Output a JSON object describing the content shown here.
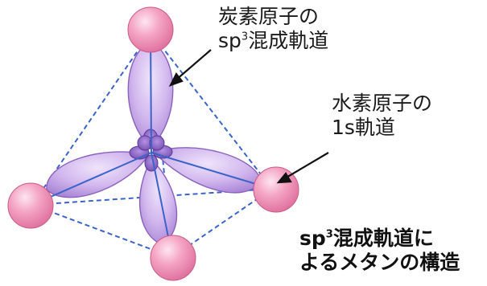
{
  "labels": {
    "carbon_sp3": {
      "line1": "炭素原子の",
      "line2_prefix": "sp",
      "line2_sup": "3",
      "line2_suffix": "混成軌道"
    },
    "hydrogen_1s": {
      "line1": "水素原子の",
      "line2": "1s軌道"
    },
    "caption": {
      "line1_prefix": "sp",
      "line1_sup": "3",
      "line1_suffix": "混成軌道に",
      "line2": "よるメタンの構造"
    }
  },
  "colors": {
    "orbital_fill": "#c6a8e6",
    "orbital_stroke": "#8a62be",
    "core_fill": "#7e58bb",
    "tetra_line": "#3a64c8",
    "hydrogen_fill": "#ee8ab2",
    "hydrogen_highlight": "#fde2ed",
    "text": "#1a1a1a"
  }
}
